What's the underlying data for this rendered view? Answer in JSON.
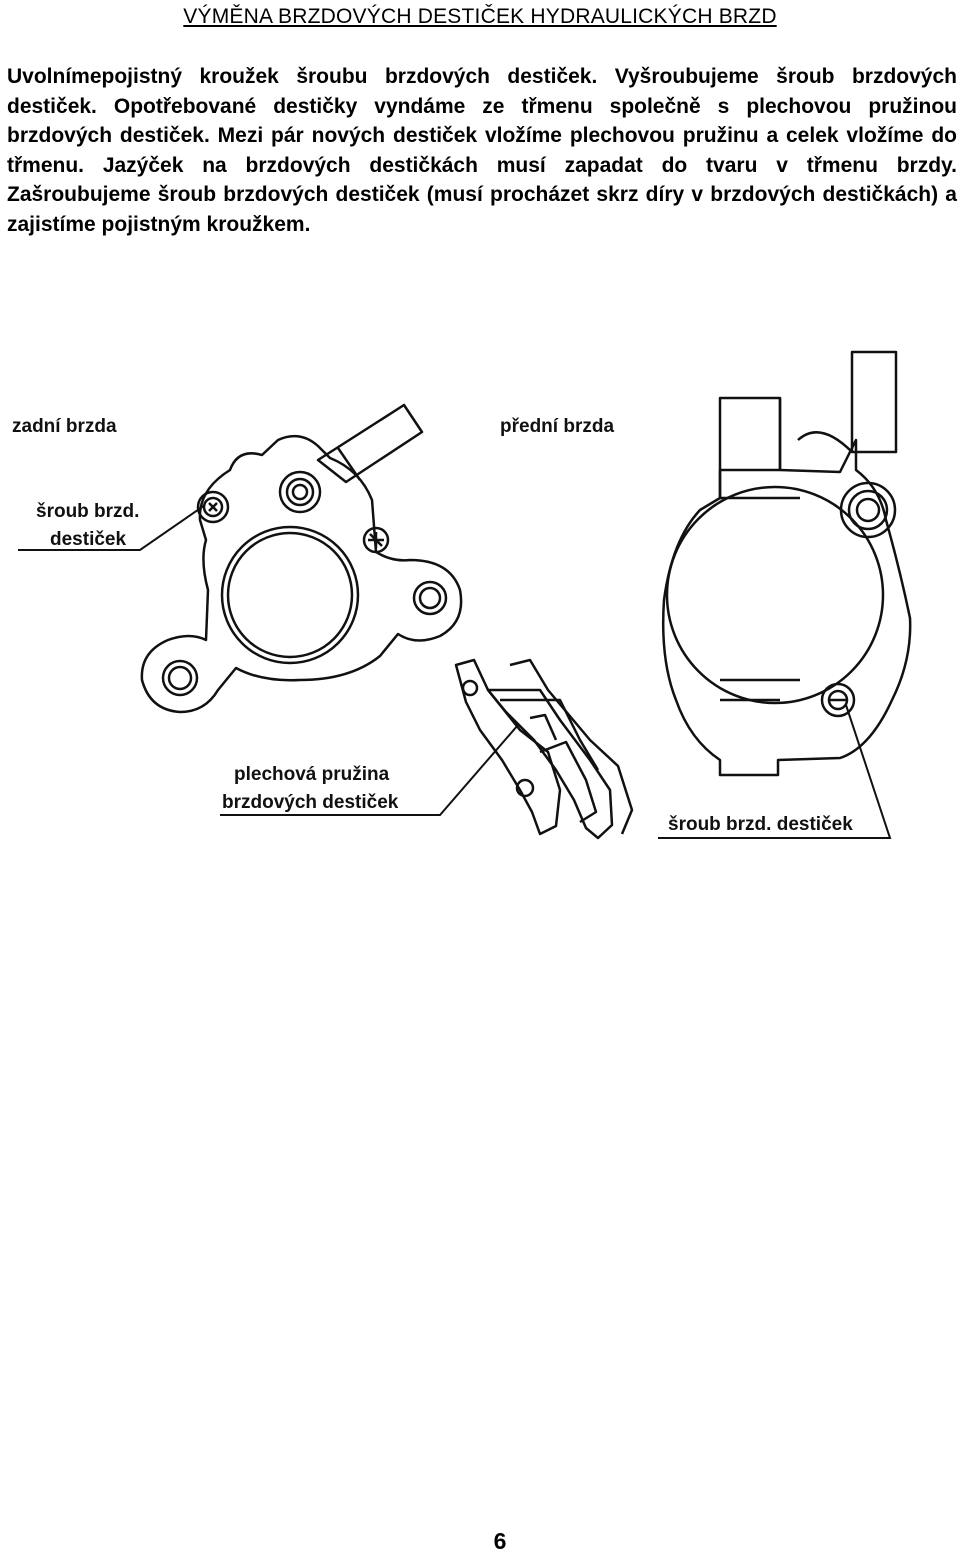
{
  "document": {
    "title": "VÝMĚNA BRZDOVÝCH DESTIČEK HYDRAULICKÝCH BRZD",
    "paragraph": "Uvolnímepojistný kroužek šroubu brzdových destiček. Vyšroubujeme šroub brzdových destiček. Opotřebované destičky vyndáme ze třmenu společně s plechovou pružinou brzdových destiček. Mezi pár nových destiček vložíme plechovou pružinu a celek vložíme do třmenu. Jazýček na brzdových destičkách musí zapadat do tvaru v třmenu brzdy. Zašroubujeme šroub brzdových destiček (musí procházet skrz díry v brzdových destičkách) a zajistíme pojistným kroužkem.",
    "page_number": "6"
  },
  "figure": {
    "rear_label": "zadní brzda",
    "front_label": "přední brzda",
    "rear_screw_label_line1": "šroub brzd.",
    "rear_screw_label_line2": "destiček",
    "spring_label_line1": "plechová pružina",
    "spring_label_line2": "brzdových destiček",
    "front_screw_label": "šroub brzd. destiček"
  }
}
